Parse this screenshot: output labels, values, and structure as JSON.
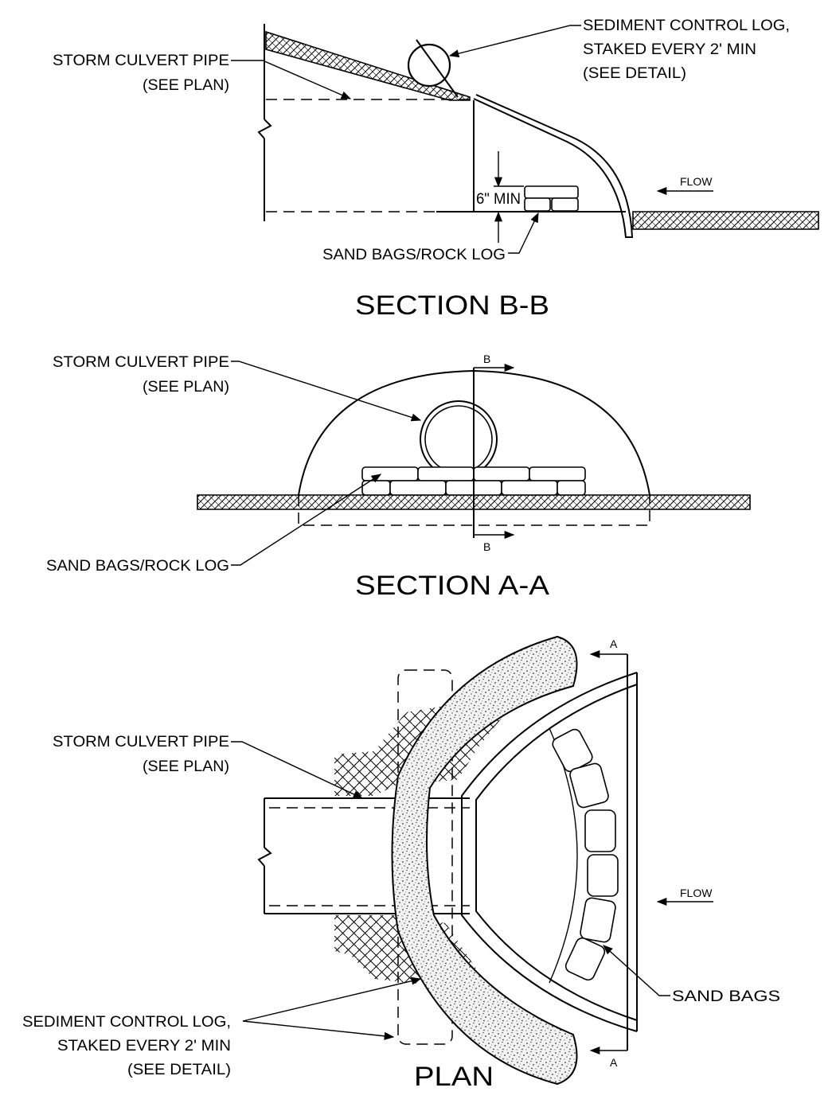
{
  "section_bb": {
    "title": "SECTION B-B",
    "labels": {
      "culvert_line1": "STORM CULVERT PIPE",
      "culvert_line2": "(SEE PLAN)",
      "log_line1": "SEDIMENT CONTROL LOG,",
      "log_line2": "STAKED EVERY 2' MIN",
      "log_line3": "(SEE DETAIL)",
      "min_height": "6\" MIN",
      "sand_bags": "SAND BAGS/ROCK LOG",
      "flow": "FLOW"
    }
  },
  "section_aa": {
    "title": "SECTION A-A",
    "labels": {
      "culvert_line1": "STORM CULVERT PIPE",
      "culvert_line2": "(SEE PLAN)",
      "sand_bags": "SAND BAGS/ROCK LOG",
      "cut_top": "B",
      "cut_bottom": "B"
    }
  },
  "plan": {
    "title": "PLAN",
    "labels": {
      "culvert_line1": "STORM CULVERT PIPE",
      "culvert_line2": "(SEE PLAN)",
      "log_line1": "SEDIMENT CONTROL LOG,",
      "log_line2": "STAKED EVERY 2' MIN",
      "log_line3": "(SEE DETAIL)",
      "sand_bags": "SAND BAGS",
      "flow": "FLOW",
      "cut_top": "A",
      "cut_bottom": "A"
    }
  }
}
